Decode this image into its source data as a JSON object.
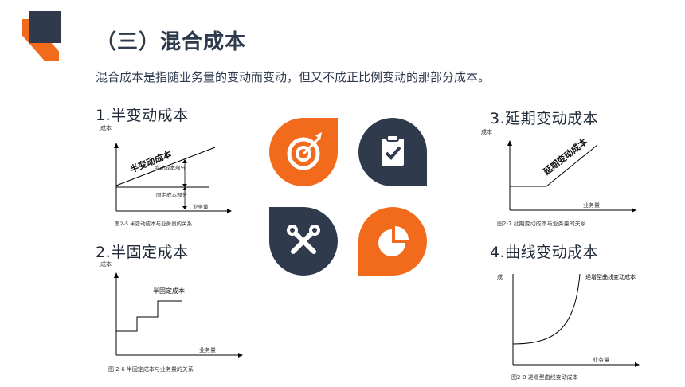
{
  "header": {
    "title": "（三）混合成本",
    "subtitle": "混合成本是指随业务量的变动而变动，但又不成正比例变动的那部分成本。"
  },
  "sections": {
    "s1": {
      "heading": "1.半变动成本",
      "ylabel": "成本",
      "line_label": "半变动成本",
      "var_part": "变动成本部分",
      "fixed_part": "固定成本部分",
      "xlabel": "业务量",
      "caption": "图2-5 半变动成本与业务量的关系"
    },
    "s2": {
      "heading": "2.半固定成本",
      "ylabel": "成本",
      "line_label": "半固定成本",
      "xlabel": "业务量",
      "caption": "图 2-6 半固定成本与业务量的关系"
    },
    "s3": {
      "heading": "3.延期变动成本",
      "ylabel": "成本",
      "line_label": "延期变动成本",
      "xlabel": "业务量",
      "caption": "图2-7 延期变动成本与业务量的关系"
    },
    "s4": {
      "heading": "4.曲线变动成本",
      "ylabel": "成",
      "line_label": "递增型曲线变动成本",
      "xlabel": "业务量",
      "caption": "图2-8 递增型曲线变动成本"
    }
  },
  "icons": [
    "target-icon",
    "clipboard-check-icon",
    "tools-icon",
    "pie-chart-icon"
  ],
  "colors": {
    "orange": "#f26b1d",
    "navy": "#2f3a4c"
  }
}
